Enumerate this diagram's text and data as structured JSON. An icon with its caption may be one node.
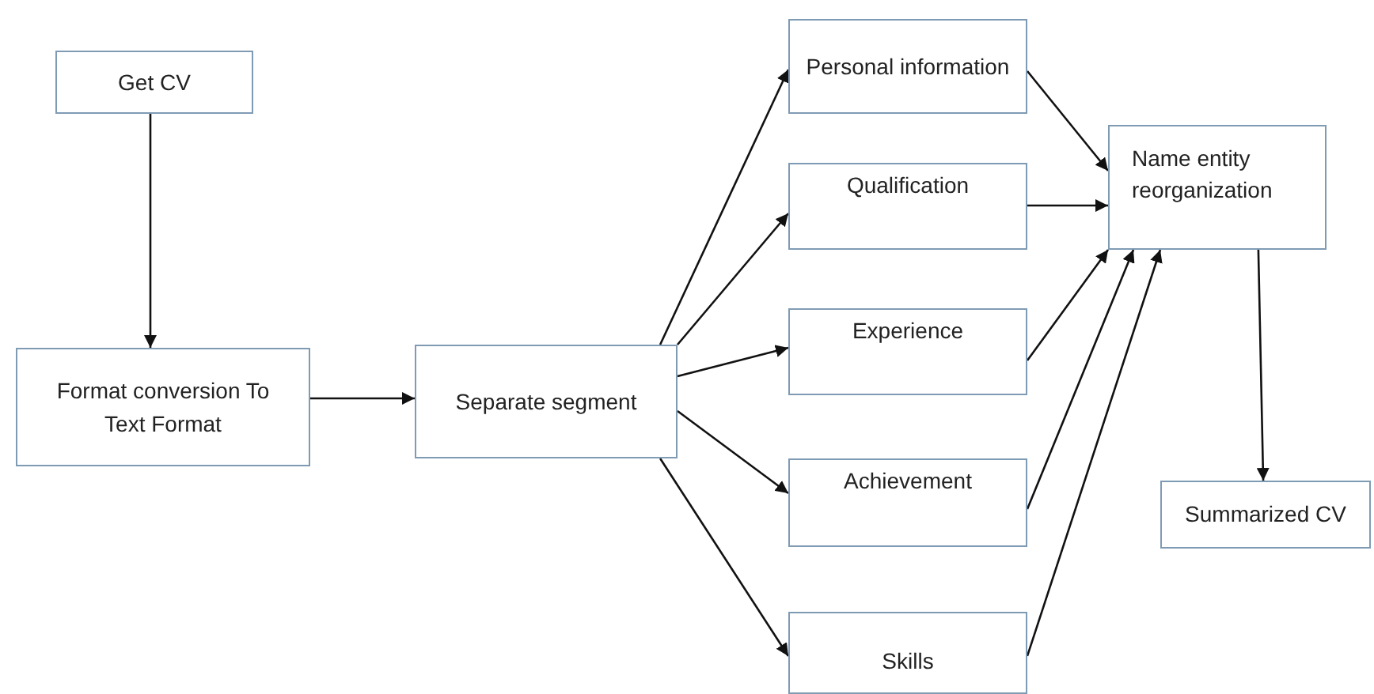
{
  "diagram": {
    "nodes": [
      {
        "text": [
          "Get CV"
        ]
      },
      {
        "text": [
          "Format conversion To Text Format"
        ]
      },
      {
        "text": [
          "Separate segment"
        ]
      },
      {
        "text": [
          "Personal information"
        ]
      },
      {
        "text": [
          "Qualification"
        ]
      },
      {
        "text": [
          "Experience"
        ]
      },
      {
        "text": [
          "Achievement"
        ]
      },
      {
        "text": [
          "Skills"
        ]
      },
      {
        "text": [
          "Name entity reorganization"
        ]
      },
      {
        "text": [
          "Summarized CV"
        ]
      }
    ],
    "edges": [
      {
        "from": 0,
        "to": 1,
        "arrow": "to"
      },
      {
        "from": 1,
        "to": 2,
        "arrow": "to"
      },
      {
        "from": 2,
        "to": 3,
        "arrow": "to"
      },
      {
        "from": 2,
        "to": 4,
        "arrow": "to"
      },
      {
        "from": 2,
        "to": 5,
        "arrow": "to"
      },
      {
        "from": 2,
        "to": 6,
        "arrow": "to"
      },
      {
        "from": 2,
        "to": 7,
        "arrow": "to"
      },
      {
        "from": 3,
        "to": 8,
        "arrow": "to"
      },
      {
        "from": 4,
        "to": 8,
        "arrow": "to"
      },
      {
        "from": 5,
        "to": 8,
        "arrow": "to"
      },
      {
        "from": 6,
        "to": 8,
        "arrow": "to"
      },
      {
        "from": 7,
        "to": 8,
        "arrow": "to"
      },
      {
        "from": 8,
        "to": 9,
        "arrow": "to"
      }
    ]
  }
}
